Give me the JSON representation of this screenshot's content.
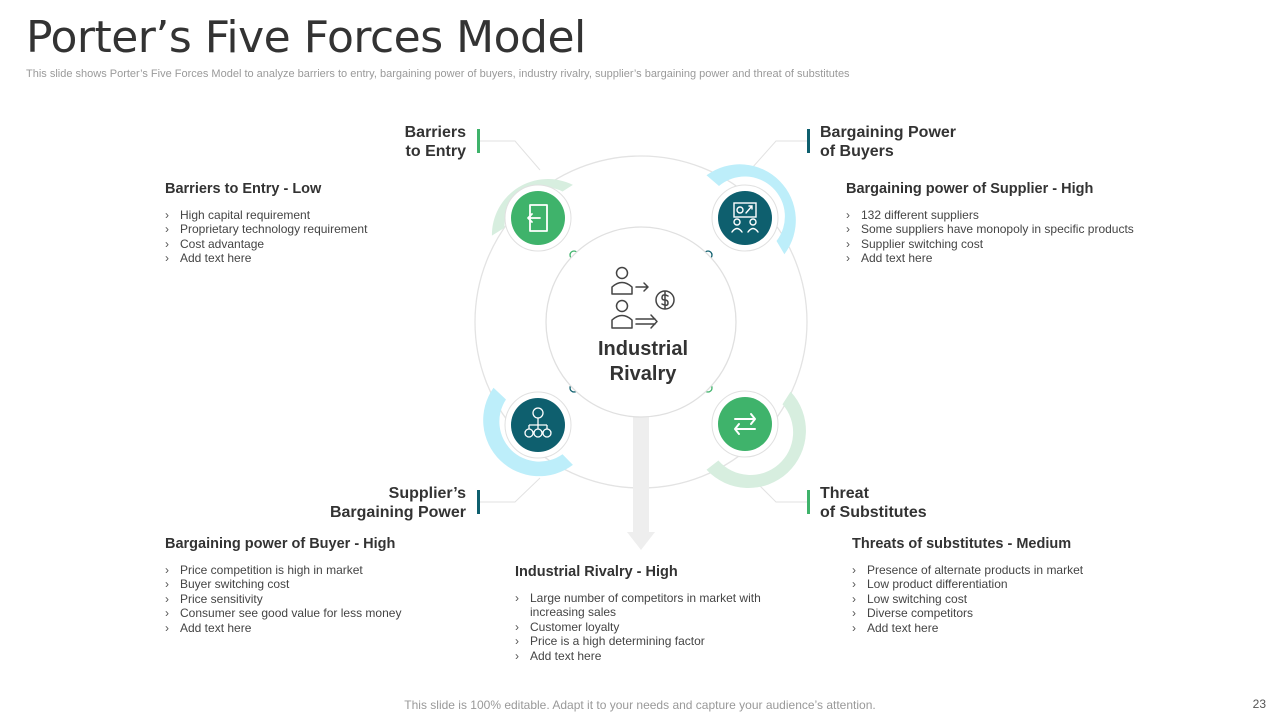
{
  "slide": {
    "title": "Porter’s Five Forces Model",
    "subtitle": "This slide shows Porter’s Five Forces Model to analyze barriers to entry, bargaining power of buyers, industry rivalry, supplier’s bargaining power and threat of substitutes",
    "footer": "This slide is 100% editable. Adapt it to your needs and capture your audience’s attention.",
    "page_number": "23"
  },
  "colors": {
    "green": "#3fb36b",
    "teal": "#0e5f6e",
    "light_green": "#d7eedf",
    "light_cyan": "#bdeefa",
    "ring": "#e3e3e3"
  },
  "center": {
    "title_line1": "Industrial",
    "title_line2": "Rivalry",
    "icon": "people-money-icon"
  },
  "forces": {
    "barriers": {
      "label_line1": "Barriers",
      "label_line2": "to Entry",
      "icon": "exit-door-icon",
      "heading": "Barriers to Entry - Low",
      "items": [
        "High capital requirement",
        "Proprietary technology requirement",
        "Cost advantage",
        "Add text here"
      ]
    },
    "buyers": {
      "label_line1": "Bargaining Power",
      "label_line2": "of Buyers",
      "icon": "buyer-negotiation-icon",
      "heading": "Bargaining power of  Supplier - High",
      "items": [
        "132 different suppliers",
        "Some suppliers have monopoly in specific products",
        "Supplier switching cost",
        "Add text here"
      ]
    },
    "suppliers": {
      "label_line1": "Supplier’s",
      "label_line2": "Bargaining Power",
      "icon": "supplier-network-icon",
      "heading": "Bargaining power of  Buyer - High",
      "items": [
        "Price competition is high in market",
        "Buyer switching cost",
        "Price sensitivity",
        "Consumer see good value for less money",
        "Add text here"
      ]
    },
    "substitutes": {
      "label_line1": "Threat",
      "label_line2": "of Substitutes",
      "icon": "swap-arrows-icon",
      "heading": "Threats of substitutes - Medium",
      "items": [
        "Presence of alternate products in market",
        "Low product differentiation",
        "Low switching cost",
        "Diverse competitors",
        "Add text here"
      ]
    },
    "rivalry": {
      "heading": "Industrial Rivalry - High",
      "items": [
        "Large number of competitors in market with increasing sales",
        "Customer loyalty",
        "Price is a high determining factor",
        "Add text here"
      ]
    }
  }
}
